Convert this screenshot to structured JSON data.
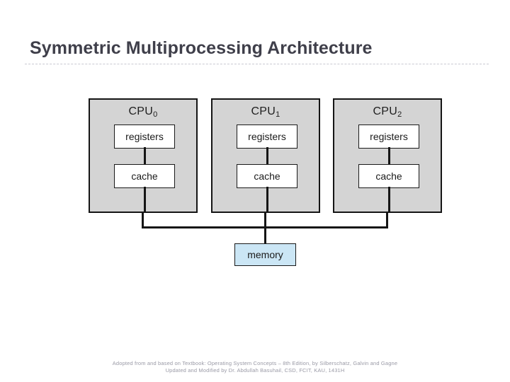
{
  "slide": {
    "title": "Symmetric Multiprocessing Architecture"
  },
  "diagram": {
    "type": "block-diagram",
    "cpus": [
      {
        "name": "CPU",
        "index": "0",
        "registers_label": "registers",
        "cache_label": "cache"
      },
      {
        "name": "CPU",
        "index": "1",
        "registers_label": "registers",
        "cache_label": "cache"
      },
      {
        "name": "CPU",
        "index": "2",
        "registers_label": "registers",
        "cache_label": "cache"
      }
    ],
    "memory_label": "memory",
    "colors": {
      "cpu_block_fill": "#d4d4d4",
      "inner_box_fill": "#ffffff",
      "memory_fill": "#cbe6f5",
      "line": "#151515",
      "title": "#3f3f4a",
      "footer": "#9a9aa6",
      "rule": "#c9c9d2"
    }
  },
  "footer": {
    "line1": "Adopted from and based on Textbook: Operating System Concepts – 8th Edition, by Silberschatz, Galvin and Gagne",
    "line2": "Updated and Modified by Dr. Abdullah Basuhail, CSD, FCIT, KAU, 1431H"
  }
}
